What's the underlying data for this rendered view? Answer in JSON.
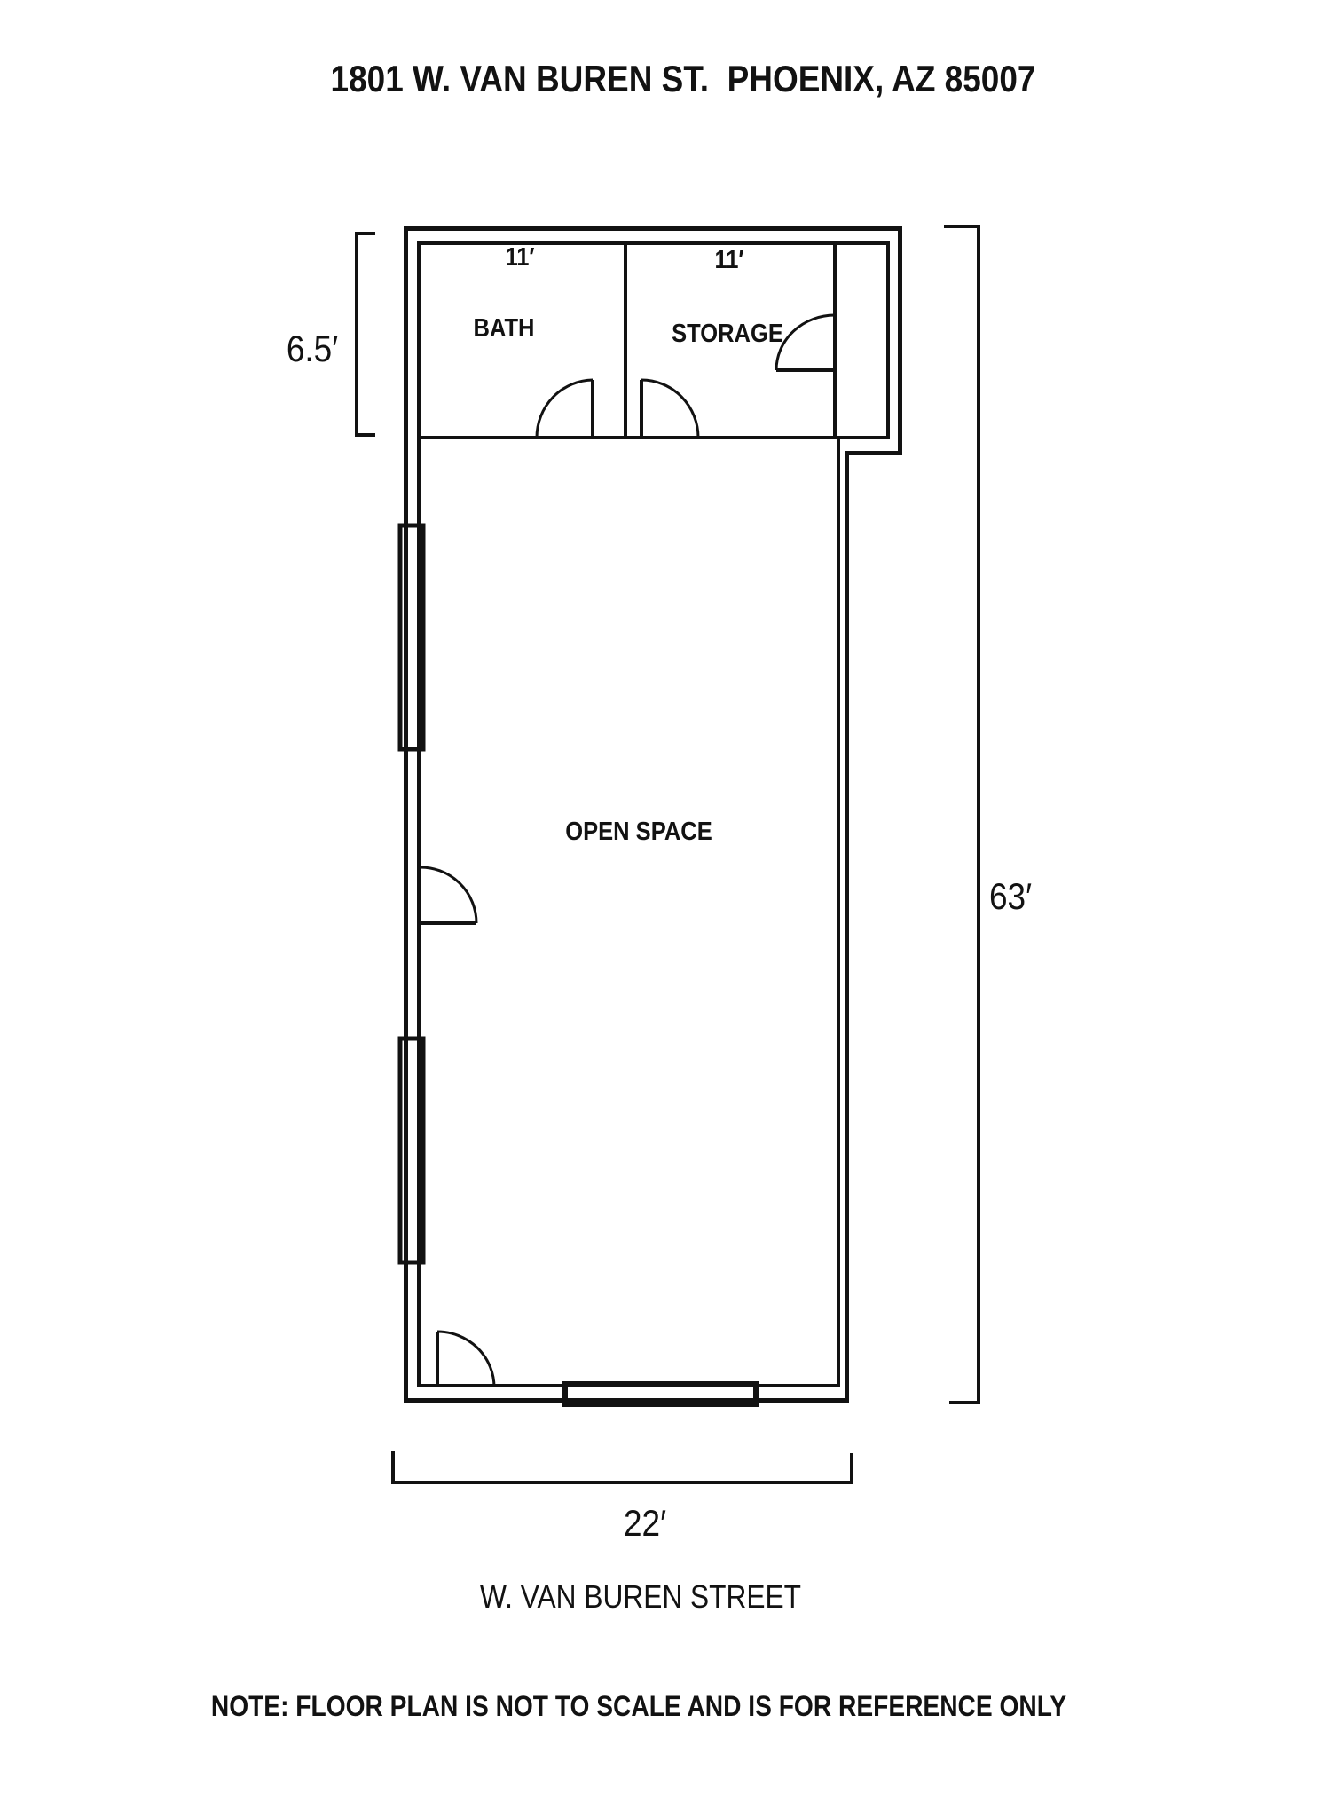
{
  "title": "1801 W. VAN BUREN ST.  PHOENIX, AZ 85007",
  "rooms": {
    "bath": "BATH",
    "storage": "STORAGE",
    "open_space": "OPEN SPACE"
  },
  "dimensions": {
    "bath_width": "11′",
    "storage_width": "11′",
    "top_section_depth": "6.5′",
    "total_depth": "63′",
    "frontage_width": "22′"
  },
  "street_label": "W. VAN BUREN STREET",
  "note": "NOTE: FLOOR PLAN IS NOT TO SCALE AND IS FOR REFERENCE ONLY",
  "colors": {
    "line": "#121212",
    "background": "#ffffff"
  }
}
